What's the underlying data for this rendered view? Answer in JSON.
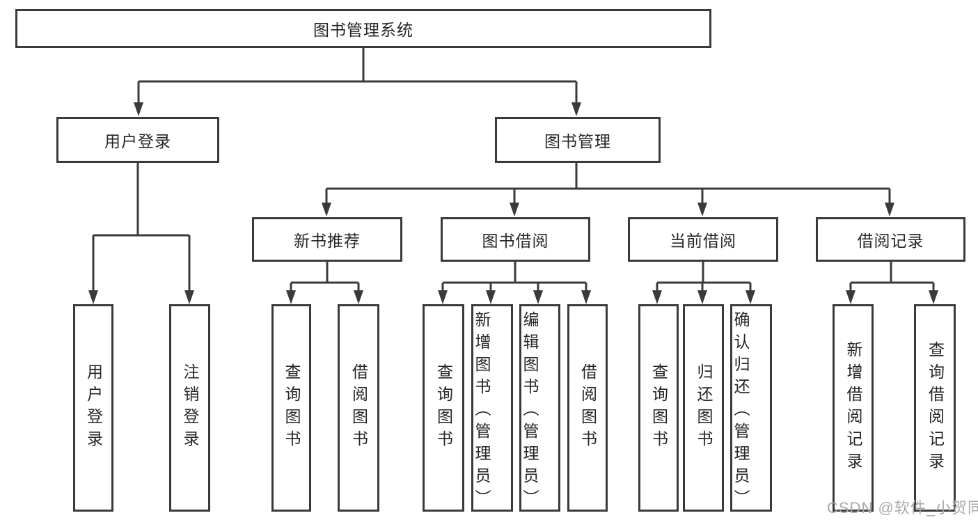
{
  "diagram_title": "图书管理系统",
  "tree": {
    "label": "图书管理系统",
    "children": [
      {
        "label": "用户登录",
        "children": [
          {
            "label": "用户登录"
          },
          {
            "label": "注销登录"
          }
        ]
      },
      {
        "label": "图书管理",
        "children": [
          {
            "label": "新书推荐",
            "children": [
              {
                "label": "查询图书"
              },
              {
                "label": "借阅图书"
              }
            ]
          },
          {
            "label": "图书借阅",
            "children": [
              {
                "label": "查询图书"
              },
              {
                "label": "新增图书（管理员）"
              },
              {
                "label": "编辑图书（管理员）"
              },
              {
                "label": "借阅图书"
              }
            ]
          },
          {
            "label": "当前借阅",
            "children": [
              {
                "label": "查询图书"
              },
              {
                "label": "归还图书"
              },
              {
                "label": "确认归还（管理员）"
              }
            ]
          },
          {
            "label": "借阅记录",
            "children": [
              {
                "label": "新增借阅记录"
              },
              {
                "label": "查询借阅记录"
              }
            ]
          }
        ]
      }
    ]
  },
  "watermark": {
    "text": "CSDN @软件_小贺同学"
  },
  "colors": {
    "line": "#3a3a3a",
    "text": "#262626",
    "background": "#ffffff",
    "watermark": "#a9a9a9"
  }
}
